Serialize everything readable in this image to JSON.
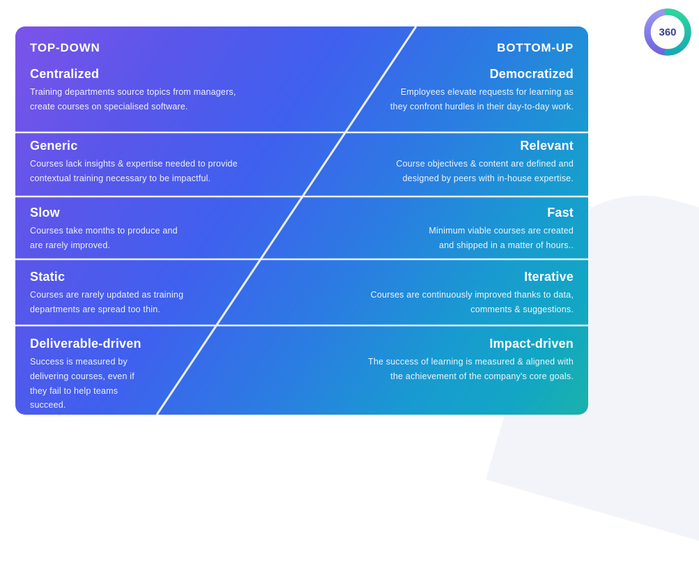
{
  "logo": {
    "label": "360",
    "text_color": "#3b3e8e",
    "ring_purple_top": "#9a97f0",
    "ring_purple_bottom": "#6f66de",
    "ring_teal_top": "#2ed49b",
    "ring_teal_bottom": "#17aab6"
  },
  "page": {
    "background_color": "#ffffff",
    "background_curve_color": "#f3f4f9"
  },
  "card": {
    "gradient_colors": [
      "#7c53e9",
      "#3f60ee",
      "#2b7ce2",
      "#12a6c4",
      "#1bb2aa"
    ],
    "divider_color": "#ffffff",
    "left_header": "TOP-DOWN",
    "right_header": "BOTTOM-UP",
    "rows": [
      {
        "left": {
          "title": "Centralized",
          "desc": [
            "Training departments source topics from managers,",
            "create courses on specialised software."
          ]
        },
        "right": {
          "title": "Democratized",
          "desc": [
            "Employees elevate requests for learning as",
            "they confront hurdles in their day-to-day work."
          ]
        }
      },
      {
        "left": {
          "title": "Generic",
          "desc": [
            "Courses lack insights & expertise needed to provide",
            "contextual training necessary to be impactful."
          ]
        },
        "right": {
          "title": "Relevant",
          "desc": [
            "Course objectives & content are defined and",
            "designed by peers with in-house expertise."
          ]
        }
      },
      {
        "left": {
          "title": "Slow",
          "desc": [
            "Courses take months to produce and",
            "are rarely improved."
          ]
        },
        "right": {
          "title": "Fast",
          "desc": [
            "Minimum viable courses are created",
            "and shipped in a matter of hours.."
          ]
        }
      },
      {
        "left": {
          "title": "Static",
          "desc": [
            "Courses are rarely updated as training",
            "departments are spread too thin."
          ]
        },
        "right": {
          "title": "Iterative",
          "desc": [
            "Courses are continuously improved thanks to data,",
            "comments & suggestions."
          ]
        }
      },
      {
        "left": {
          "title": "Deliverable-driven",
          "desc": [
            "Success is measured by",
            "delivering courses, even if",
            "they fail to help teams",
            "succeed."
          ]
        },
        "right": {
          "title": "Impact-driven",
          "desc": [
            "The success of learning is measured & aligned with",
            "the achievement of the company's core goals."
          ]
        }
      }
    ]
  }
}
